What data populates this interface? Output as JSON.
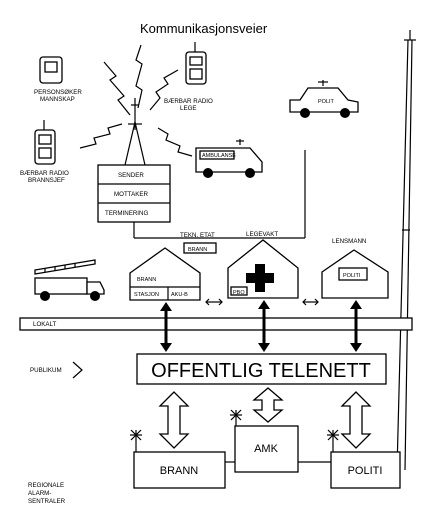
{
  "title": "Kommunikasjonsveier",
  "devices": {
    "pager_label_1": "PERSONSØKER",
    "pager_label_2": "MANNSKAP",
    "radio_doctor_1": "BÆRBAR RADIO",
    "radio_doctor_2": "LEGE",
    "radio_fire_1": "BÆRBAR RADIO",
    "radio_fire_2": "BRANNSJEF"
  },
  "vehicles": {
    "ambulance": "AMBULANSE",
    "police": "POLIT"
  },
  "station": {
    "sender": "SENDER",
    "receiver": "MOTTAKER",
    "termination": "TERMINERING"
  },
  "buildings": {
    "tekn_etat": "TEKN. ETAT",
    "brann_small": "BRANN",
    "fire_station_1": "BRANN",
    "fire_station_2": "STASJON",
    "aku": "AKU-B",
    "legevakt": "LEGEVAKT",
    "pbo": "PBO",
    "lensmann": "LENSMANN",
    "politi": "POLITI"
  },
  "network": {
    "lokalt": "LOKALT",
    "publikum": "PUBLIKUM",
    "telenett": "OFFENTLIG TELENETT"
  },
  "central": {
    "brann": "BRANN",
    "amk": "AMK",
    "politi": "POLITI",
    "regional_1": "REGIONALE",
    "regional_2": "ALARM-",
    "regional_3": "SENTRALER"
  }
}
